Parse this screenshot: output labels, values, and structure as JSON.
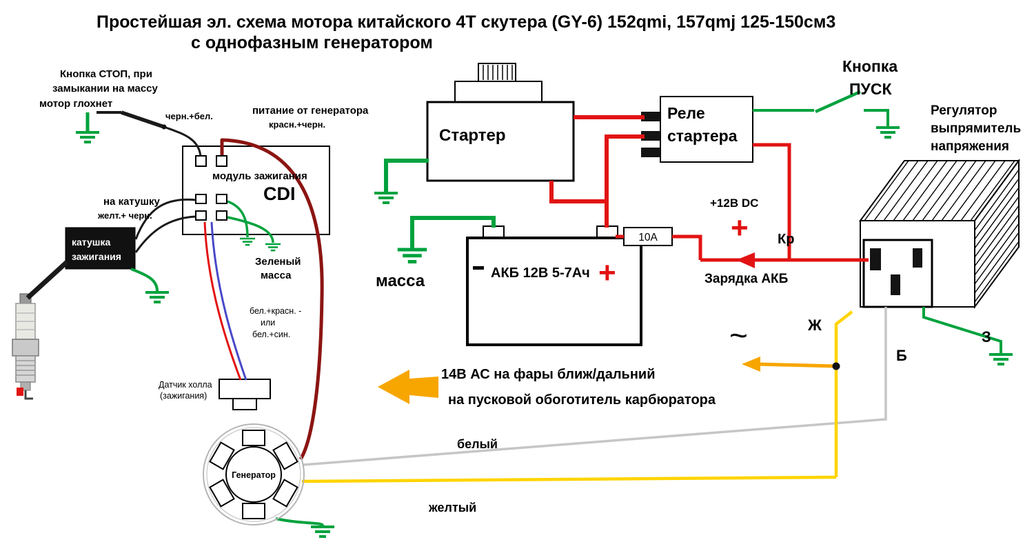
{
  "title": {
    "line1": "Простейшая эл. схема мотора китайского 4Т скутера (GY-6) 152qmi, 157qmj  125-150см3",
    "line2": "с однофазным генератором"
  },
  "colors": {
    "red": "#e21313",
    "dark_red": "#8b1512",
    "green": "#00a23e",
    "yellow": "#ffd400",
    "orange": "#f7a600",
    "blue": "#4848c8",
    "white_wire": "#c6c6c6",
    "black": "#1a1a1a"
  },
  "components": {
    "cdi": {
      "caption": "модуль зажигания",
      "name": "CDI"
    },
    "coil": [
      "катушка",
      "зажигания"
    ],
    "starter": "Стартер",
    "relay": [
      "Реле",
      "стартера"
    ],
    "battery": {
      "label": "АКБ 12В 5-7Ач",
      "plus": "+"
    },
    "fuse": "10А",
    "generator": "Генератор",
    "regulator": [
      "Регулятор",
      "выпрямитель",
      "напряжения"
    ]
  },
  "labels": {
    "stop_note": [
      "Кнопка СТОП, при",
      "замыкании на массу",
      "мотор глохнет"
    ],
    "stop_wire": "черн.+бел.",
    "gen_feed": [
      "питание от генератора",
      "красн.+черн."
    ],
    "to_coil": [
      "на катушку",
      "желт.+ черн."
    ],
    "green_ground": [
      "Зеленый",
      "масса"
    ],
    "hall_wires": [
      "бел.+красн. -",
      "или",
      "бел.+син."
    ],
    "hall_sensor": [
      "Датчик холла",
      "(зажигания)"
    ],
    "start_button": [
      "Кнопка",
      "ПУСК"
    ],
    "dc12": "+12В  DC",
    "plus": "+",
    "kr": "Кр",
    "charging": "Зарядка АКБ",
    "massa": "масса",
    "ac_tilde": "~",
    "zh": "Ж",
    "b": "Б",
    "z": "З",
    "headlight": [
      "14В АС на фары ближ/дальний",
      "на пусковой обоготитель карбюратора"
    ],
    "white_wire": "белый",
    "yellow_wire": "желтый"
  }
}
